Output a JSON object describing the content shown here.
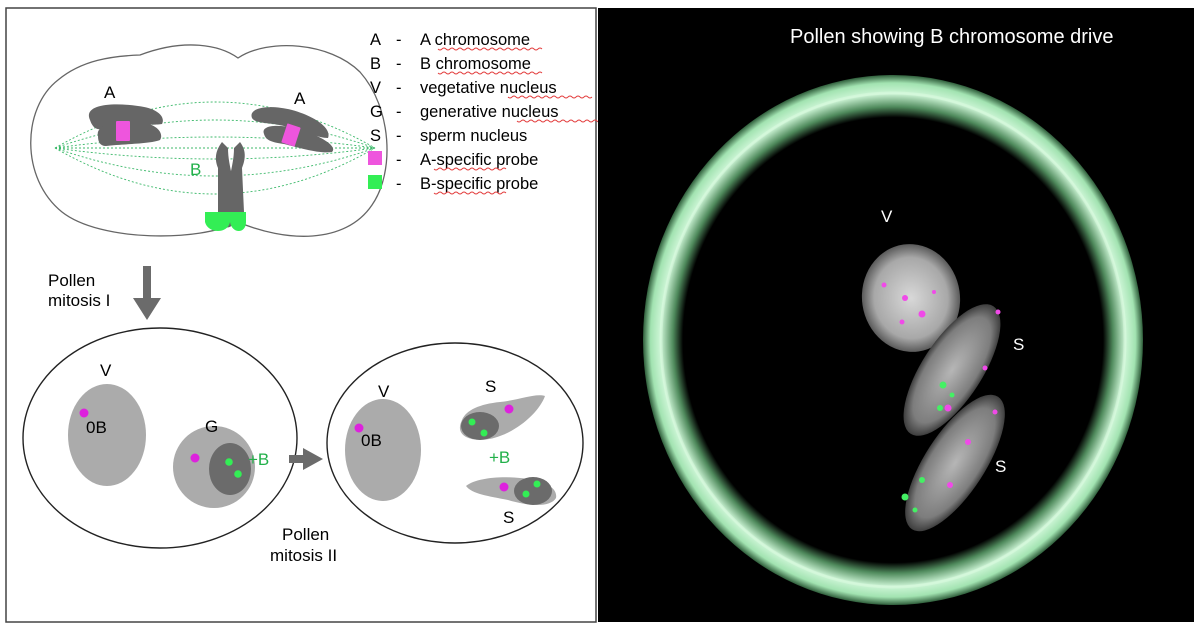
{
  "colors": {
    "chromosome": "#666666",
    "a_probe": "#ee55dd",
    "b_probe": "#33ee55",
    "b_label": "#22b04a",
    "spindle": "#3cb96a",
    "nucleus_light": "#ababab",
    "nucleus_dark": "#6b6b6b",
    "arrow": "#6b6b6b",
    "photo_bg": "#000000"
  },
  "metaphase": {
    "label_a_left": "A",
    "label_a_right": "A",
    "label_b": "B"
  },
  "legend": {
    "items": [
      {
        "key": "A",
        "dash": "-",
        "text": "A chromosome",
        "swatch": null
      },
      {
        "key": "B",
        "dash": "-",
        "text": "B chromosome",
        "swatch": null
      },
      {
        "key": "V",
        "dash": "-",
        "text": "vegetative nucleus",
        "swatch": null
      },
      {
        "key": "G",
        "dash": "-",
        "text": "generative nucleus",
        "swatch": null
      },
      {
        "key": "S",
        "dash": "-",
        "text": "sperm nucleus",
        "swatch": null
      },
      {
        "key": "",
        "dash": "-",
        "text": "A-specific probe",
        "swatch": "#ee55dd"
      },
      {
        "key": "",
        "dash": "-",
        "text": "B-specific probe",
        "swatch": "#33ee55"
      }
    ]
  },
  "step1": {
    "line1": "Pollen",
    "line2": "mitosis I"
  },
  "step2": {
    "line1": "Pollen",
    "line2": "mitosis II"
  },
  "bicellular": {
    "vegetative_label": "V",
    "vegetative_b": "0B",
    "generative_label": "G",
    "generative_b": "+B"
  },
  "tricellular": {
    "vegetative_label": "V",
    "vegetative_b": "0B",
    "sperm_label_top": "S",
    "sperm_label_bottom": "S",
    "sperm_b": "+B"
  },
  "photo": {
    "title": "Pollen showing B chromosome drive",
    "label_v": "V",
    "label_s_top": "S",
    "label_s_bottom": "S"
  }
}
